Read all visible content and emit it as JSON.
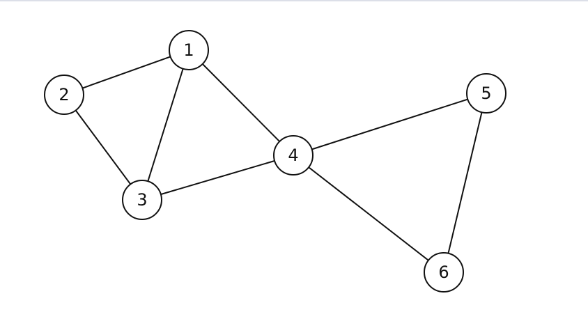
{
  "diagram": {
    "nodes": [
      {
        "id": "1",
        "label": "1"
      },
      {
        "id": "2",
        "label": "2"
      },
      {
        "id": "3",
        "label": "3"
      },
      {
        "id": "4",
        "label": "4"
      },
      {
        "id": "5",
        "label": "5"
      },
      {
        "id": "6",
        "label": "6"
      }
    ],
    "edges": [
      {
        "from": "1",
        "to": "2"
      },
      {
        "from": "1",
        "to": "3"
      },
      {
        "from": "1",
        "to": "4"
      },
      {
        "from": "2",
        "to": "3"
      },
      {
        "from": "3",
        "to": "4"
      },
      {
        "from": "4",
        "to": "5"
      },
      {
        "from": "4",
        "to": "6"
      },
      {
        "from": "5",
        "to": "6"
      }
    ],
    "colors": {
      "stroke": "#111111",
      "background": "#ffffff",
      "top_border": "#dcdfe8"
    }
  }
}
